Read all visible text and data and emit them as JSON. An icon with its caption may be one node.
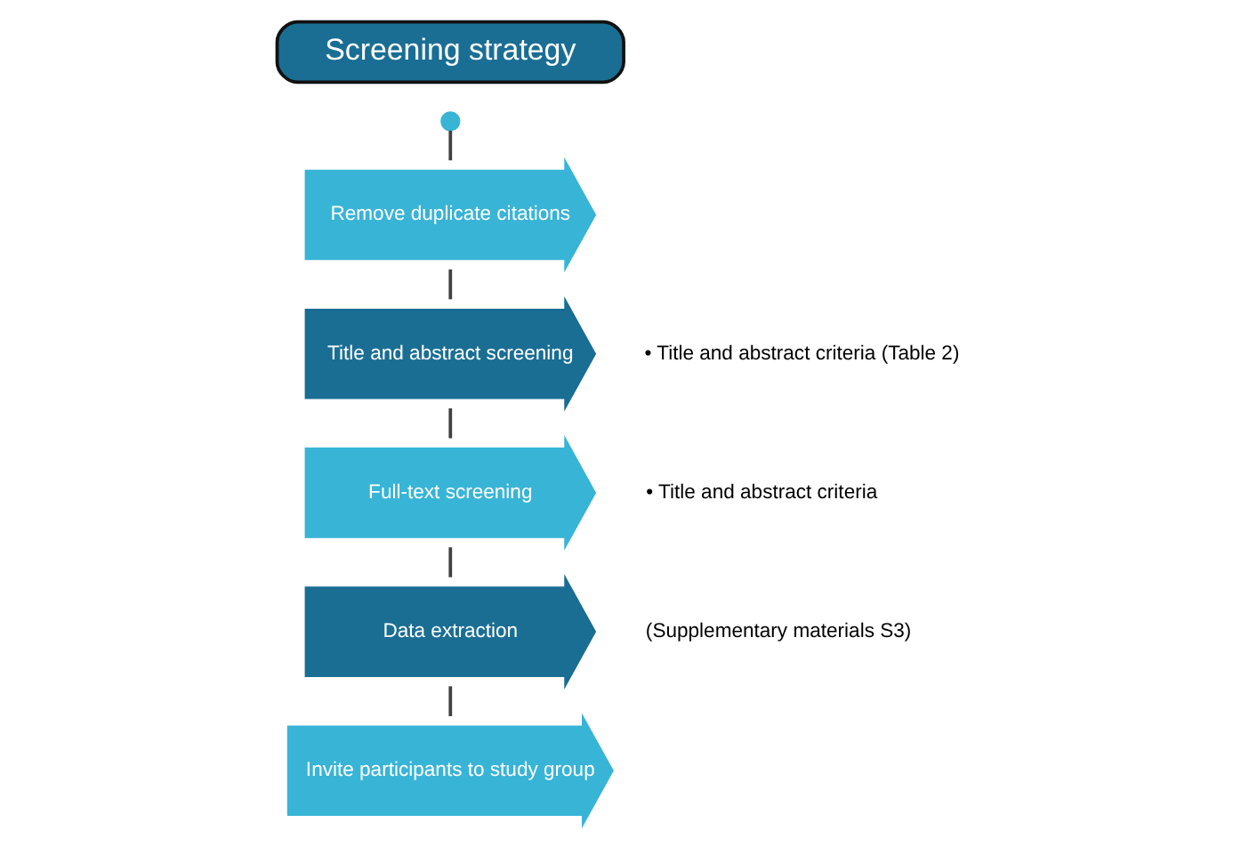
{
  "diagram": {
    "title": "Screening strategy",
    "nodes": [
      {
        "text": [
          "Remove duplicate citations"
        ]
      },
      {
        "text": [
          "Title and abstract screening"
        ],
        "beside": [
          "• Title and abstract criteria (Table 2)"
        ]
      },
      {
        "text": [
          "Full-text screening"
        ],
        "beside": [
          "• Title and abstract criteria"
        ]
      },
      {
        "text": [
          "Data extraction"
        ],
        "beside": [
          "(Supplementary materials S3)"
        ]
      },
      {
        "text": [
          "Invite participants to study group"
        ]
      }
    ],
    "edges": [
      {
        "from": null,
        "to": 0,
        "arrow": "none"
      },
      {
        "from": 0,
        "to": 1,
        "arrow": "none"
      },
      {
        "from": 1,
        "to": 2,
        "arrow": "none"
      },
      {
        "from": 2,
        "to": 3,
        "arrow": "none"
      },
      {
        "from": 3,
        "to": 4,
        "arrow": "none"
      }
    ]
  }
}
